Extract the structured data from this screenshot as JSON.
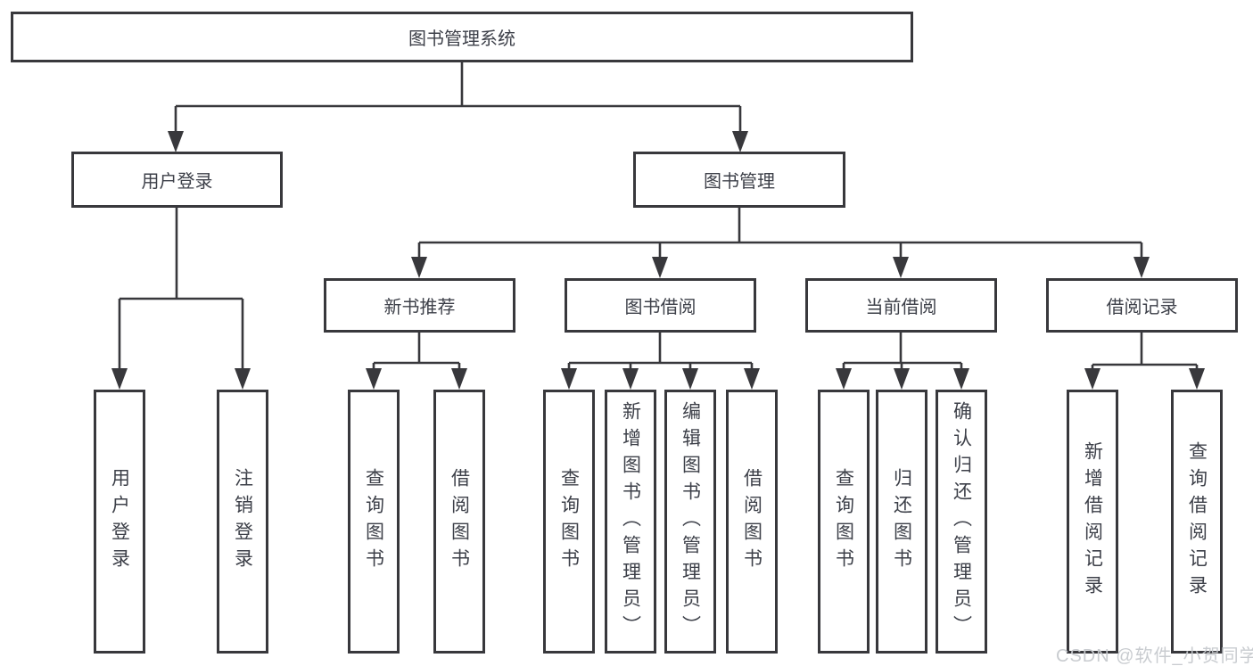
{
  "diagram": {
    "title": "图书管理系统",
    "branches": {
      "user_login": {
        "label": "用户登录",
        "children": [
          "用户登录",
          "注销登录"
        ]
      },
      "book_management": {
        "label": "图书管理",
        "children": {
          "new_book_recommend": {
            "label": "新书推荐",
            "children": [
              "查询图书",
              "借阅图书"
            ]
          },
          "book_borrowing": {
            "label": "图书借阅",
            "children": [
              "查询图书",
              "新增图书（管理员）",
              "编辑图书（管理员）",
              "借阅图书"
            ]
          },
          "current_borrowing": {
            "label": "当前借阅",
            "children": [
              "查询图书",
              "归还图书",
              "确认归还（管理员）"
            ]
          },
          "borrowing_records": {
            "label": "借阅记录",
            "children": [
              "新增借阅记录",
              "查询借阅记录"
            ]
          }
        }
      }
    },
    "line_color": "#38383c"
  },
  "watermark": "CSDN @软件_小贺同学"
}
